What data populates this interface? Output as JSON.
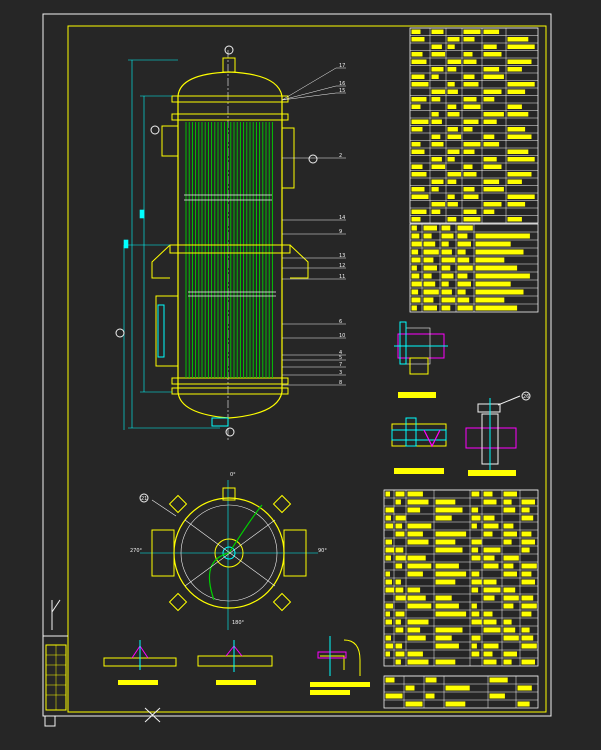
{
  "colors": {
    "background": "#262626",
    "frame": "#f2f2f2",
    "outline": "#ffff00",
    "dimension": "#00ffff",
    "tubes": "#00d000",
    "detail": "#ff00ff"
  },
  "labels": {
    "balloons_right": [
      "17",
      "16",
      "15",
      "2",
      "14",
      "9",
      "13",
      "12",
      "11",
      "6",
      "10",
      "4",
      "5",
      "7",
      "3",
      "8"
    ],
    "angle_0": "0°",
    "angle_90": "90°",
    "angle_180": "180°",
    "angle_270": "270°",
    "part_21": "21",
    "part_26": "26"
  }
}
